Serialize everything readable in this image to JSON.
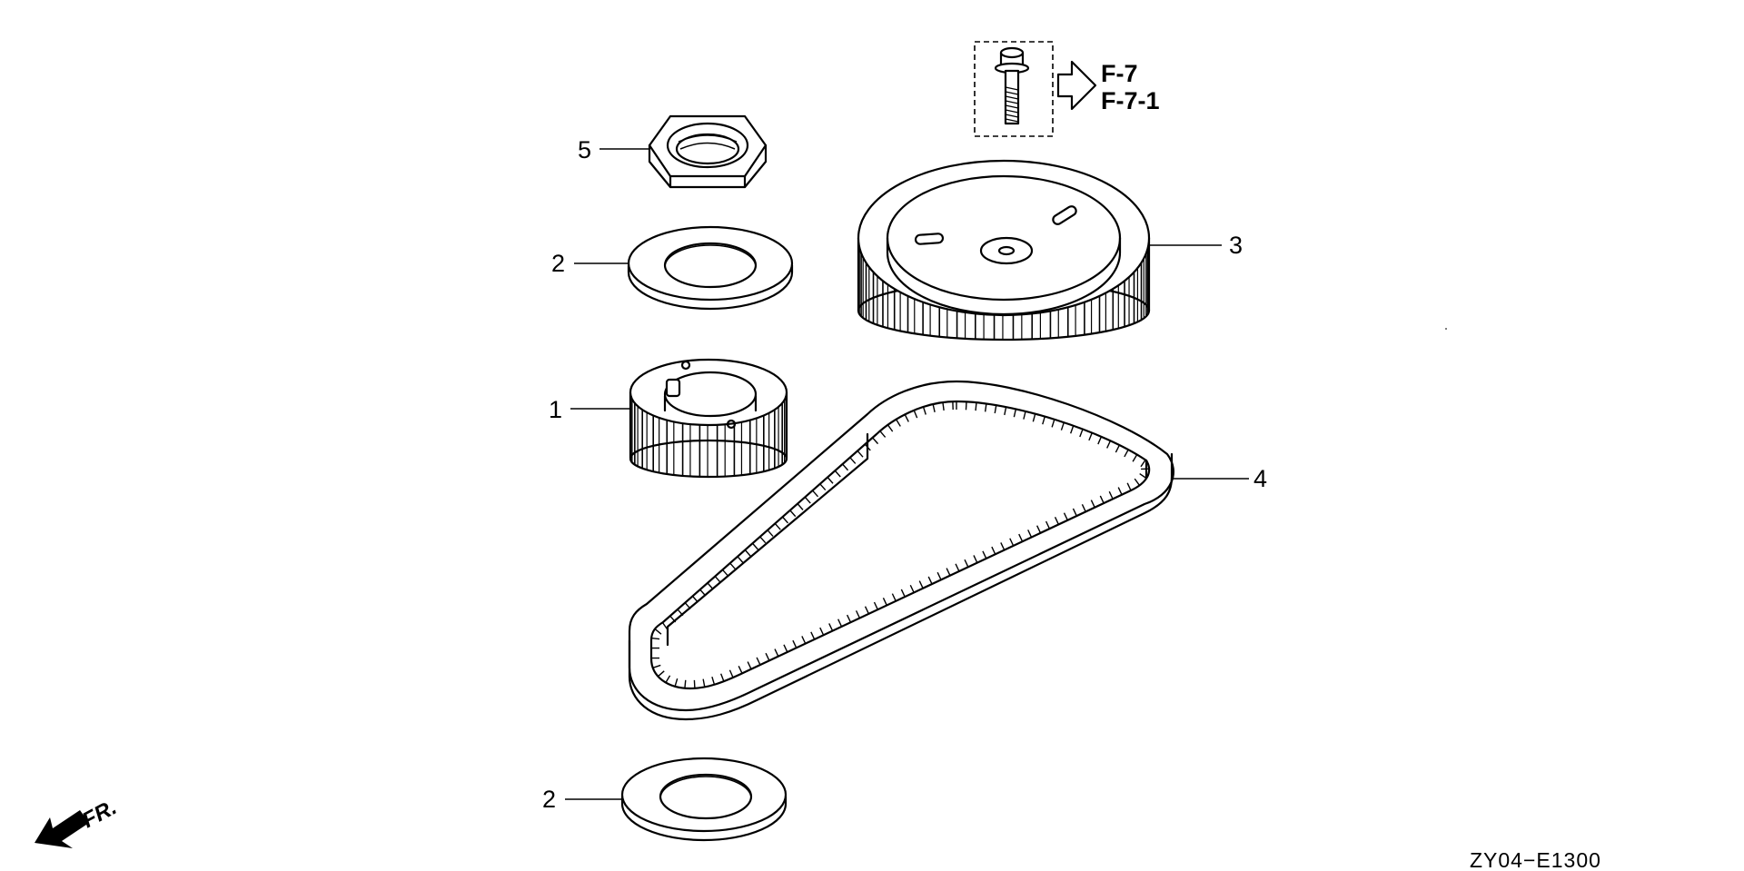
{
  "callouts": [
    {
      "id": "nut",
      "label": "5"
    },
    {
      "id": "washer-upper",
      "label": "2"
    },
    {
      "id": "drive-pulley",
      "label": "1"
    },
    {
      "id": "driven-pulley",
      "label": "3"
    },
    {
      "id": "timing-belt",
      "label": "4"
    },
    {
      "id": "washer-lower",
      "label": "2"
    }
  ],
  "reference": {
    "lines": [
      "F-7",
      "F-7-1"
    ]
  },
  "front_indicator": "FR.",
  "drawing_code": "ZY04−E1300"
}
